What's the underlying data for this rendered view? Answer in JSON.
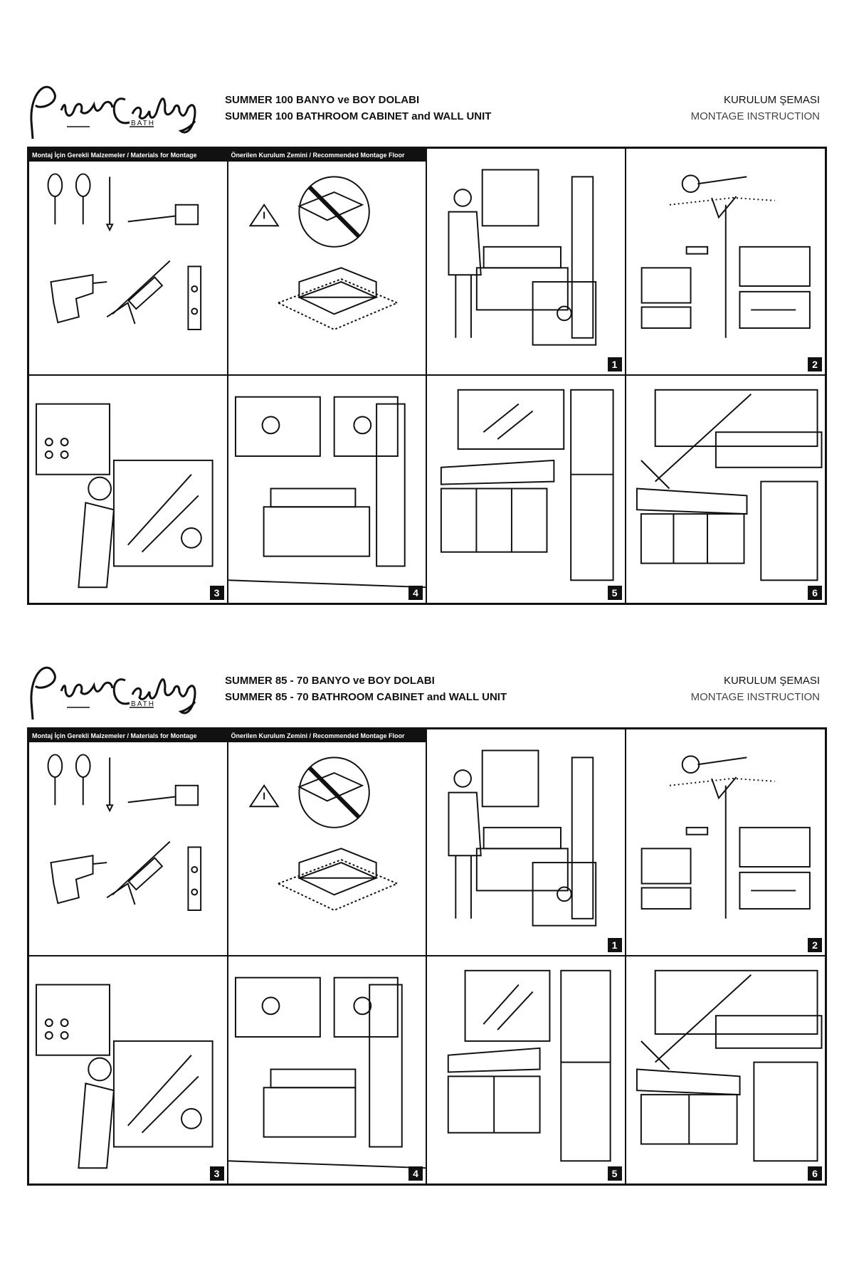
{
  "sections": [
    {
      "brand": {
        "logo_text": "Pierre Cardin",
        "sub": "BATH"
      },
      "title_tr": "SUMMER 100 BANYO ve BOY DOLABI",
      "title_en": "SUMMER 100 BATHROOM CABINET and WALL UNIT",
      "kurulum": "KURULUM ŞEMASI",
      "montage": "MONTAGE INSTRUCTION",
      "panels": [
        {
          "caption": "Montaj İçin Gerekli Malzemeler / Materials for Montage",
          "step": ""
        },
        {
          "caption": "Önerilen Kurulum Zemini / Recommended Montage Floor",
          "step": ""
        },
        {
          "caption": "",
          "step": "1"
        },
        {
          "caption": "",
          "step": "2"
        },
        {
          "caption": "",
          "step": "3"
        },
        {
          "caption": "",
          "step": "4"
        },
        {
          "caption": "",
          "step": "5"
        },
        {
          "caption": "",
          "step": "6"
        }
      ]
    },
    {
      "brand": {
        "logo_text": "Pierre Cardin",
        "sub": "BATH"
      },
      "title_tr": "SUMMER 85 - 70 BANYO ve BOY DOLABI",
      "title_en": "SUMMER 85 - 70 BATHROOM CABINET and WALL UNIT",
      "kurulum": "KURULUM ŞEMASI",
      "montage": "MONTAGE INSTRUCTION",
      "panels": [
        {
          "caption": "Montaj İçin Gerekli Malzemeler / Materials for Montage",
          "step": ""
        },
        {
          "caption": "Önerilen Kurulum Zemini / Recommended Montage Floor",
          "step": ""
        },
        {
          "caption": "",
          "step": "1"
        },
        {
          "caption": "",
          "step": "2"
        },
        {
          "caption": "",
          "step": "3"
        },
        {
          "caption": "",
          "step": "4"
        },
        {
          "caption": "",
          "step": "5"
        },
        {
          "caption": "",
          "step": "6"
        }
      ]
    }
  ]
}
